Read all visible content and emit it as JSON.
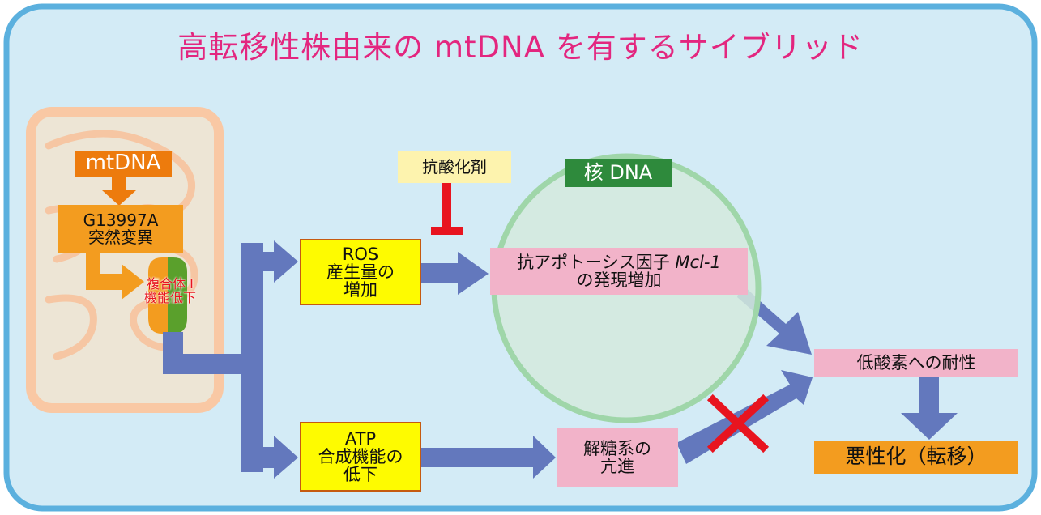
{
  "title": "高転移性株由来の mtDNA を有するサイブリッド",
  "mito": {
    "mtdna_label": "mtDNA",
    "mutation_line1": "G13997A",
    "mutation_line2": "突然変異",
    "complex_line1": "複合体 I",
    "complex_line2": "機能低下"
  },
  "antioxidant": "抗酸化剤",
  "nucleus_label": "核 DNA",
  "ros": {
    "line1": "ROS",
    "line2": "産生量の",
    "line3": "増加"
  },
  "atp": {
    "line1": "ATP",
    "line2": "合成機能の",
    "line3": "低下"
  },
  "mcl1": {
    "line1_prefix": "抗アポトーシス因子 ",
    "line1_gene": "Mcl-1",
    "line2": "の発現増加"
  },
  "glycolysis": {
    "line1": "解糖系の",
    "line2": "亢進"
  },
  "hypoxia": "低酸素への耐性",
  "malignancy": "悪性化（転移）",
  "colors": {
    "background": "#d3ebf6",
    "frame": "#5bb0de",
    "title": "#e3267f",
    "arrow": "#6378bd",
    "mito_outer": "#f9c8a4",
    "mito_inner": "#ede5d5",
    "label_orange": "#ed7b0d",
    "label_amber": "#f39c1f",
    "box_yellow": "#fefb00",
    "box_pink": "#f2b3c9",
    "nucleus_fill": "#d4eadd",
    "nucleus_ring": "#9fd6a9",
    "inhibit_red": "#e8141f",
    "nucleus_tag": "#2e8a3c",
    "antioxidant_fill": "#fdf3ae"
  }
}
